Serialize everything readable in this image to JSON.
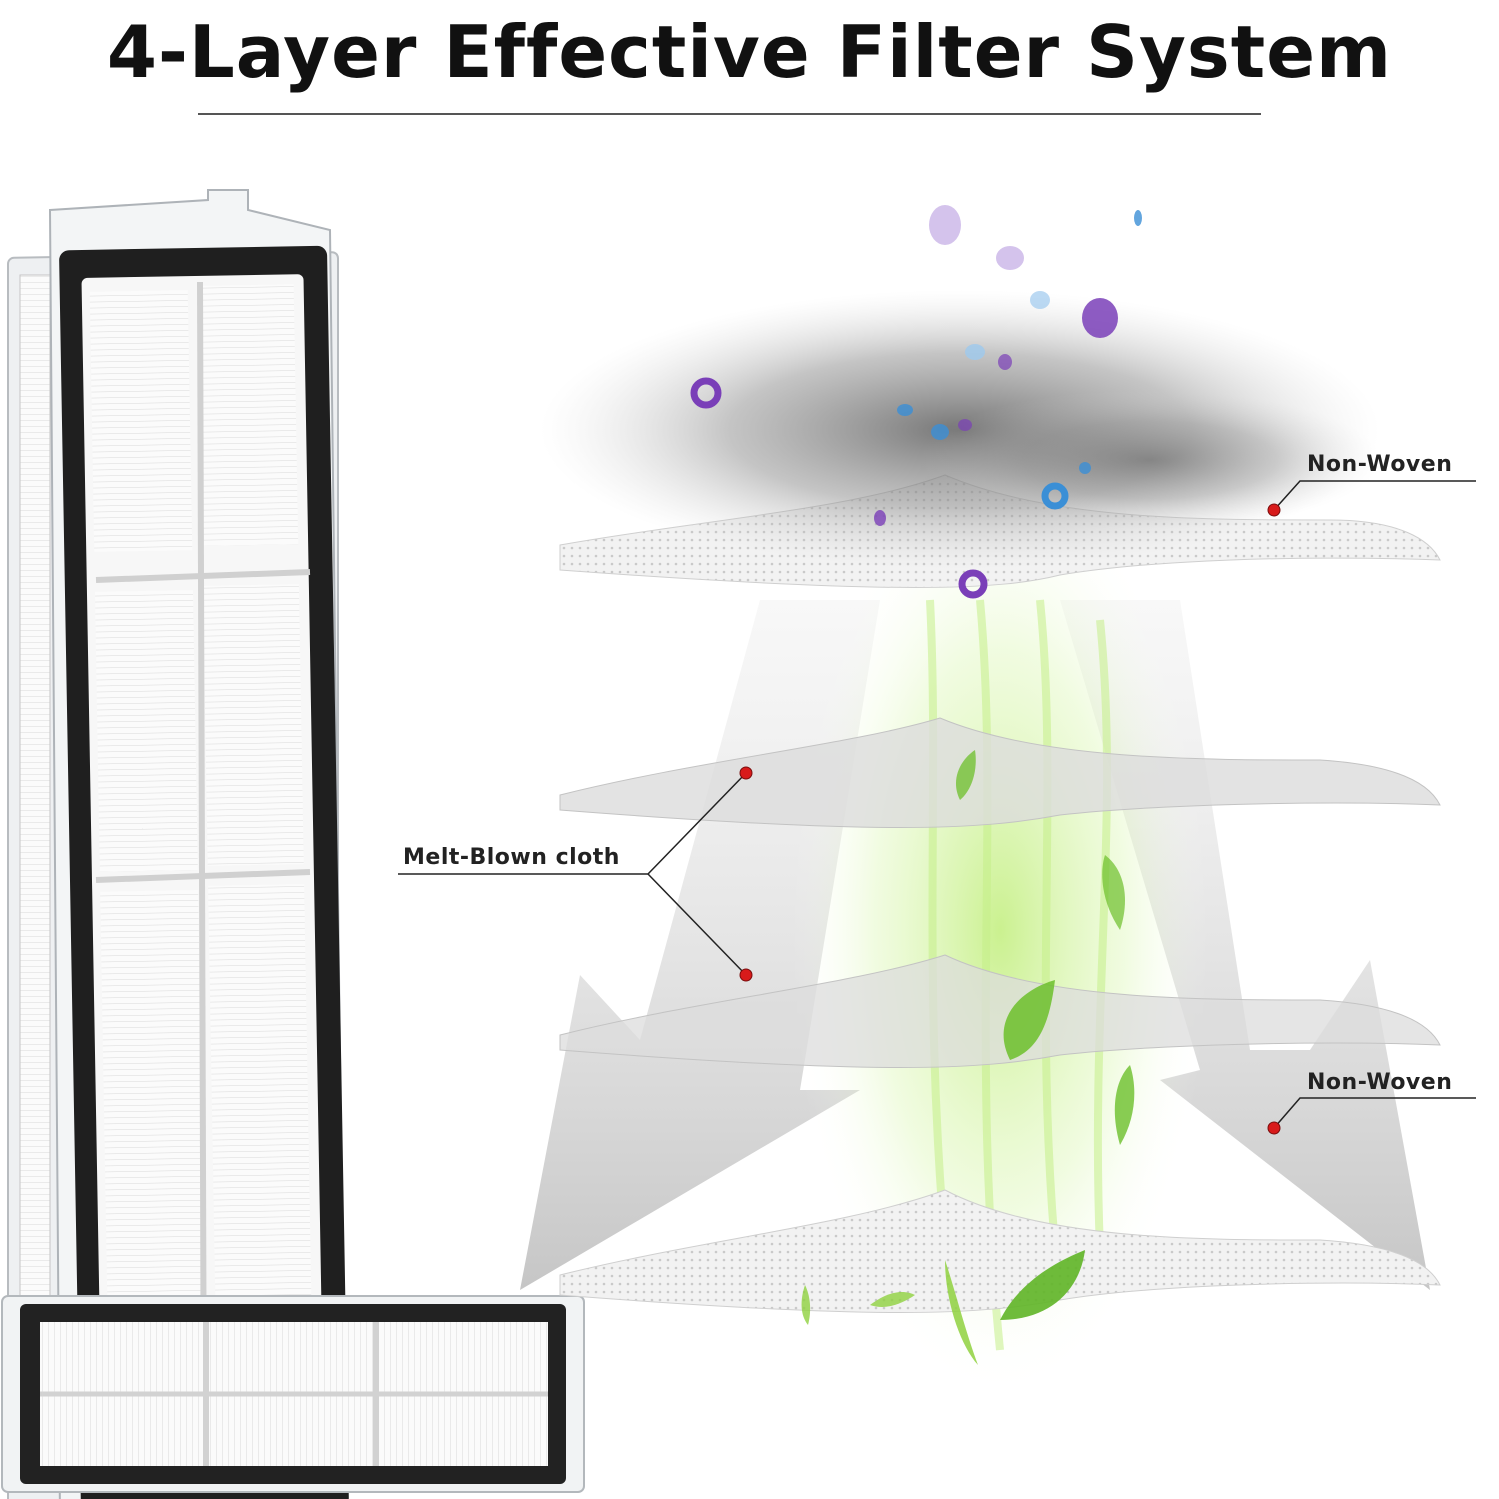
{
  "title": "4-Layer Effective Filter System",
  "labels": {
    "top_layer": "Non-Woven",
    "middle_layers": "Melt-Blown cloth",
    "bottom_layer": "Non-Woven"
  },
  "colors": {
    "marker_dot": "#d81b1b",
    "filter_frame": "#1c1c1c",
    "leaf_green": "#6cbf2a",
    "dust_grey": "#6b6b6b",
    "particle_purple": "#7a3fb8",
    "particle_blue": "#3b8fd6"
  }
}
